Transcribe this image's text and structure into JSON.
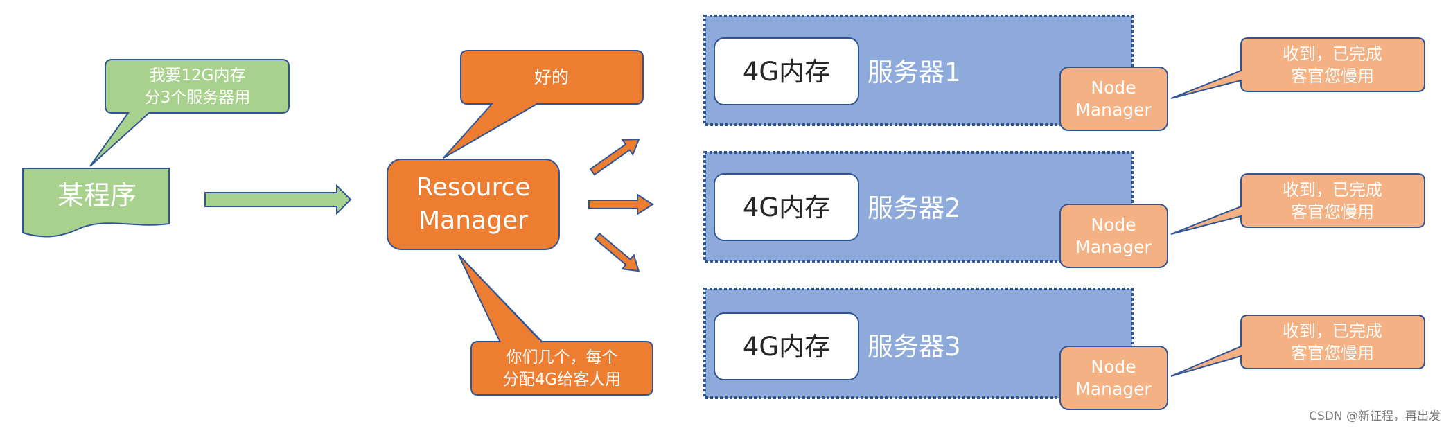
{
  "program": {
    "label": "某程序"
  },
  "program_bubble": {
    "line1": "我要12G内存",
    "line2": "分3个服务器用"
  },
  "resource_manager": {
    "line1": "Resource",
    "line2": "Manager"
  },
  "rm_reply_top": {
    "text": "好的"
  },
  "rm_reply_bottom": {
    "line1": "你们几个，每个",
    "line2": "分配4G给客人用"
  },
  "servers": [
    {
      "memory_label": "4G内存",
      "name": "服务器1",
      "node_line1": "Node",
      "node_line2": "Manager",
      "reply_line1": "收到，已完成",
      "reply_line2": "客官您慢用"
    },
    {
      "memory_label": "4G内存",
      "name": "服务器2",
      "node_line1": "Node",
      "node_line2": "Manager",
      "reply_line1": "收到，已完成",
      "reply_line2": "客官您慢用"
    },
    {
      "memory_label": "4G内存",
      "name": "服务器3",
      "node_line1": "Node",
      "node_line2": "Manager",
      "reply_line1": "收到，已完成",
      "reply_line2": "客官您慢用"
    }
  ],
  "credit": "CSDN @新征程，再出发",
  "colors": {
    "green": "#a9d18e",
    "green_dark": "#6e9a52",
    "orange": "#ed7d31",
    "orange_dark": "#ae5a21",
    "server_bg": "#8eaadb",
    "server_border": "#2f5597",
    "node_bg": "#f4b183",
    "node_border": "#2f5597",
    "arrow_blue": "#2f5597"
  }
}
